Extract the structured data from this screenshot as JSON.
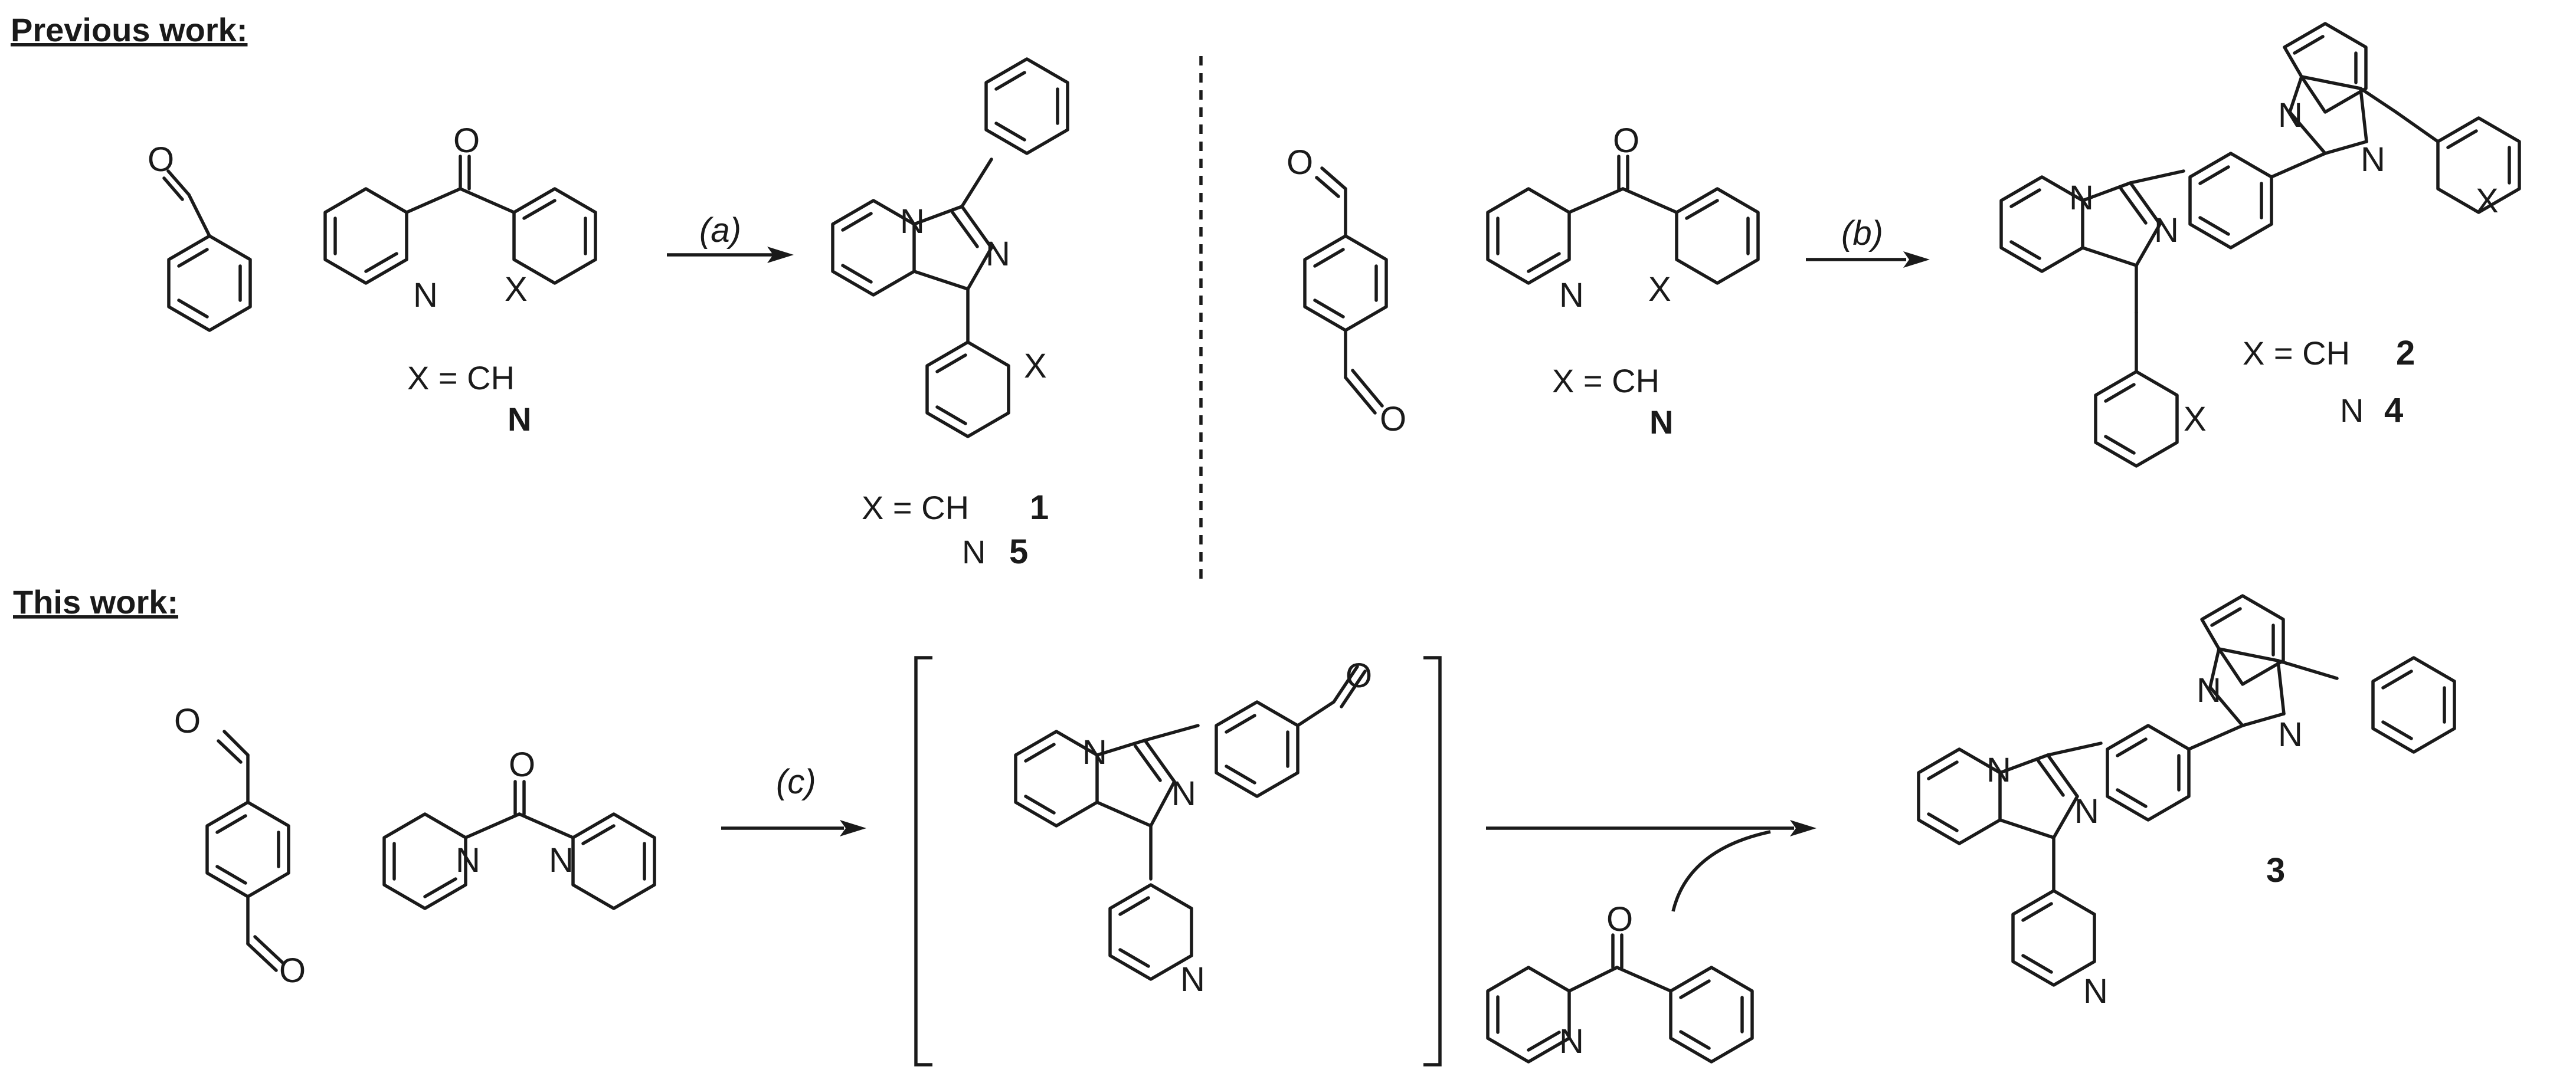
{
  "headings": {
    "previous": "Previous work:",
    "this": "This work:"
  },
  "conditions": {
    "a": "(a)",
    "b": "(b)",
    "c": "(c)"
  },
  "atoms": {
    "O": "O",
    "N": "N",
    "X": "X"
  },
  "labels": {
    "x_eq_ch": "X = CH",
    "n": "N",
    "c1": "1",
    "c2": "2",
    "c3": "3",
    "c4": "4",
    "c5": "5"
  },
  "colors": {
    "ink": "#1a1a1a",
    "background": "#ffffff"
  }
}
